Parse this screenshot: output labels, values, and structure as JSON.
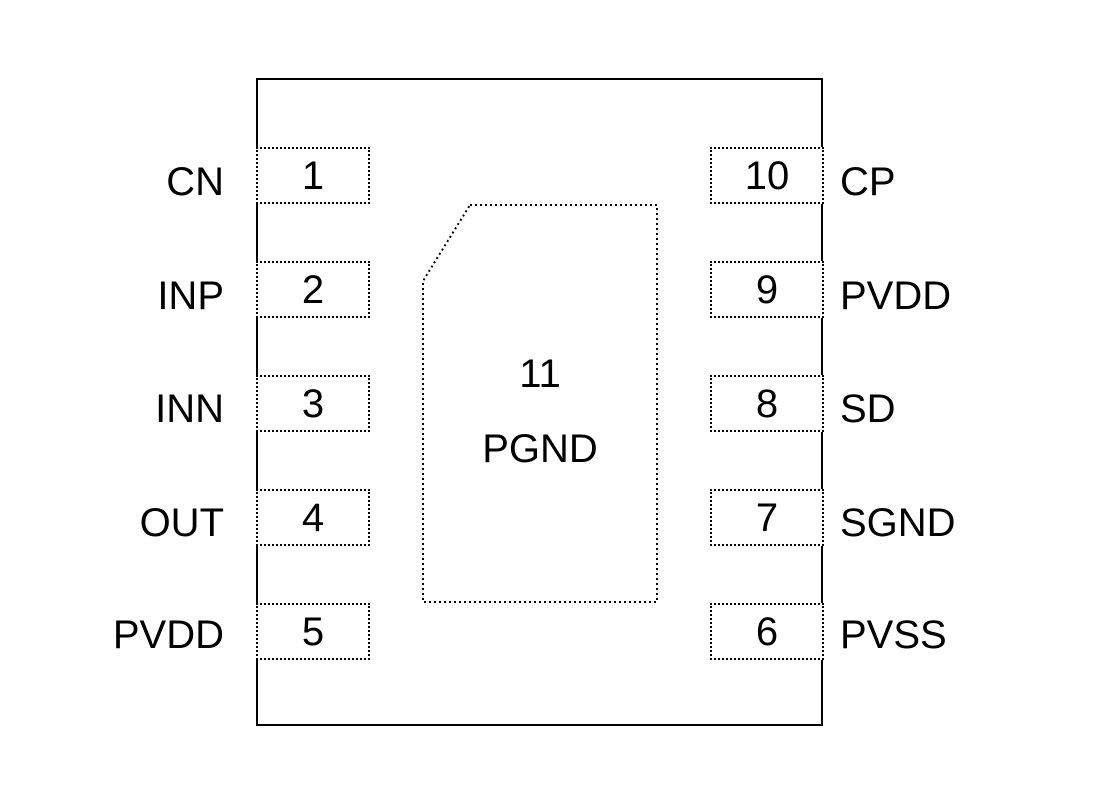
{
  "left_pins": [
    {
      "number": "1",
      "name": "CN"
    },
    {
      "number": "2",
      "name": "INP"
    },
    {
      "number": "3",
      "name": "INN"
    },
    {
      "number": "4",
      "name": "OUT"
    },
    {
      "number": "5",
      "name": "PVDD"
    }
  ],
  "right_pins": [
    {
      "number": "10",
      "name": "CP"
    },
    {
      "number": "9",
      "name": "PVDD"
    },
    {
      "number": "8",
      "name": "SD"
    },
    {
      "number": "7",
      "name": "SGND"
    },
    {
      "number": "6",
      "name": "PVSS"
    }
  ],
  "exposed_pad": {
    "number": "11",
    "name": "PGND"
  }
}
